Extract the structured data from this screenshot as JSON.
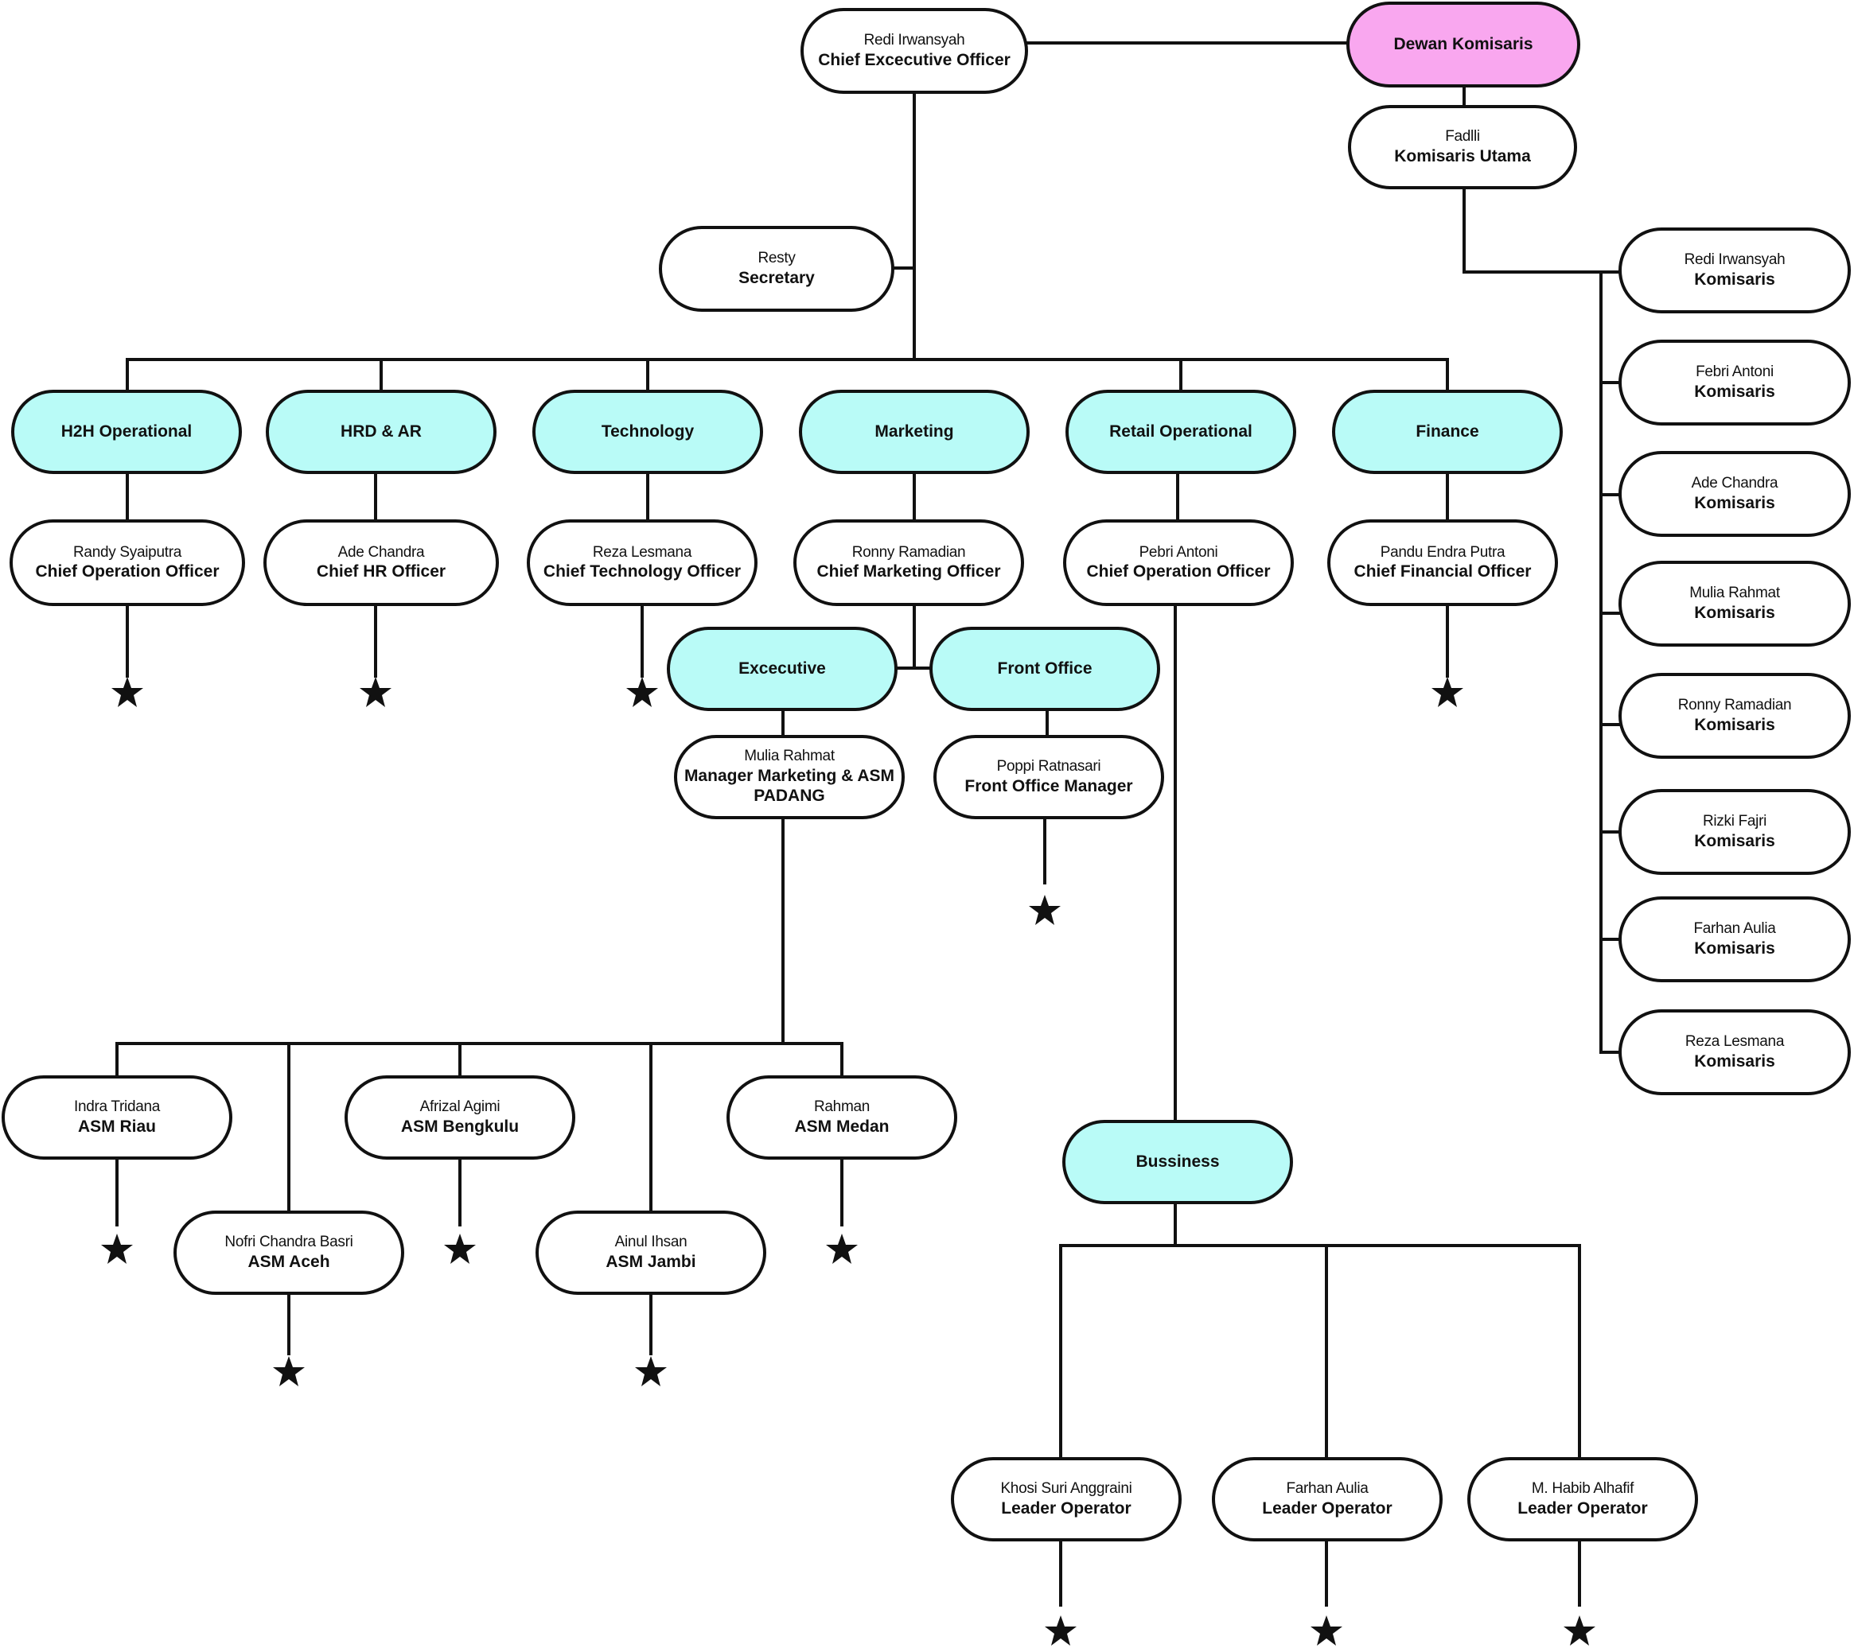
{
  "colors": {
    "department": "#b9fbf7",
    "board": "#f9a7ef",
    "person": "#ffffff",
    "line": "#111111"
  },
  "ceo": {
    "name": "Redi Irwansyah",
    "role": "Chief Excecutive Officer"
  },
  "board": {
    "label": "Dewan Komisaris"
  },
  "komisaris_utama": {
    "name": "Fadlli",
    "role": "Komisaris Utama"
  },
  "komisaris": [
    {
      "name": "Redi Irwansyah",
      "role": "Komisaris"
    },
    {
      "name": "Febri Antoni",
      "role": "Komisaris"
    },
    {
      "name": "Ade Chandra",
      "role": "Komisaris"
    },
    {
      "name": "Mulia Rahmat",
      "role": "Komisaris"
    },
    {
      "name": "Ronny Ramadian",
      "role": "Komisaris"
    },
    {
      "name": "Rizki Fajri",
      "role": "Komisaris"
    },
    {
      "name": "Farhan Aulia",
      "role": "Komisaris"
    },
    {
      "name": "Reza Lesmana",
      "role": "Komisaris"
    }
  ],
  "secretary": {
    "name": "Resty",
    "role": "Secretary"
  },
  "departments": [
    {
      "label": "H2H Operational",
      "head": {
        "name": "Randy Syaiputra",
        "role": "Chief Operation Officer"
      }
    },
    {
      "label": "HRD & AR",
      "head": {
        "name": "Ade Chandra",
        "role": "Chief HR Officer"
      }
    },
    {
      "label": "Technology",
      "head": {
        "name": "Reza Lesmana",
        "role": "Chief Technology Officer"
      }
    },
    {
      "label": "Marketing",
      "head": {
        "name": "Ronny Ramadian",
        "role": "Chief Marketing Officer"
      }
    },
    {
      "label": "Retail Operational",
      "head": {
        "name": "Pebri Antoni",
        "role": "Chief Operation Officer"
      }
    },
    {
      "label": "Finance",
      "head": {
        "name": "Pandu Endra Putra",
        "role": "Chief Financial Officer"
      }
    }
  ],
  "executive": {
    "label": "Excecutive",
    "head": {
      "name": "Mulia Rahmat",
      "role": "Manager Marketing & ASM PADANG"
    }
  },
  "front_office": {
    "label": "Front Office",
    "head": {
      "name": "Poppi Ratnasari",
      "role": "Front Office Manager"
    }
  },
  "asm": [
    {
      "name": "Indra Tridana",
      "role": "ASM Riau"
    },
    {
      "name": "Nofri Chandra Basri",
      "role": "ASM Aceh"
    },
    {
      "name": "Afrizal Agimi",
      "role": "ASM Bengkulu"
    },
    {
      "name": "Ainul Ihsan",
      "role": "ASM Jambi"
    },
    {
      "name": "Rahman",
      "role": "ASM Medan"
    }
  ],
  "business": {
    "label": "Bussiness"
  },
  "leaders": [
    {
      "name": "Khosi Suri Anggraini",
      "role": "Leader Operator"
    },
    {
      "name": "Farhan Aulia",
      "role": "Leader Operator"
    },
    {
      "name": "M. Habib Alhafif",
      "role": "Leader Operator"
    }
  ]
}
